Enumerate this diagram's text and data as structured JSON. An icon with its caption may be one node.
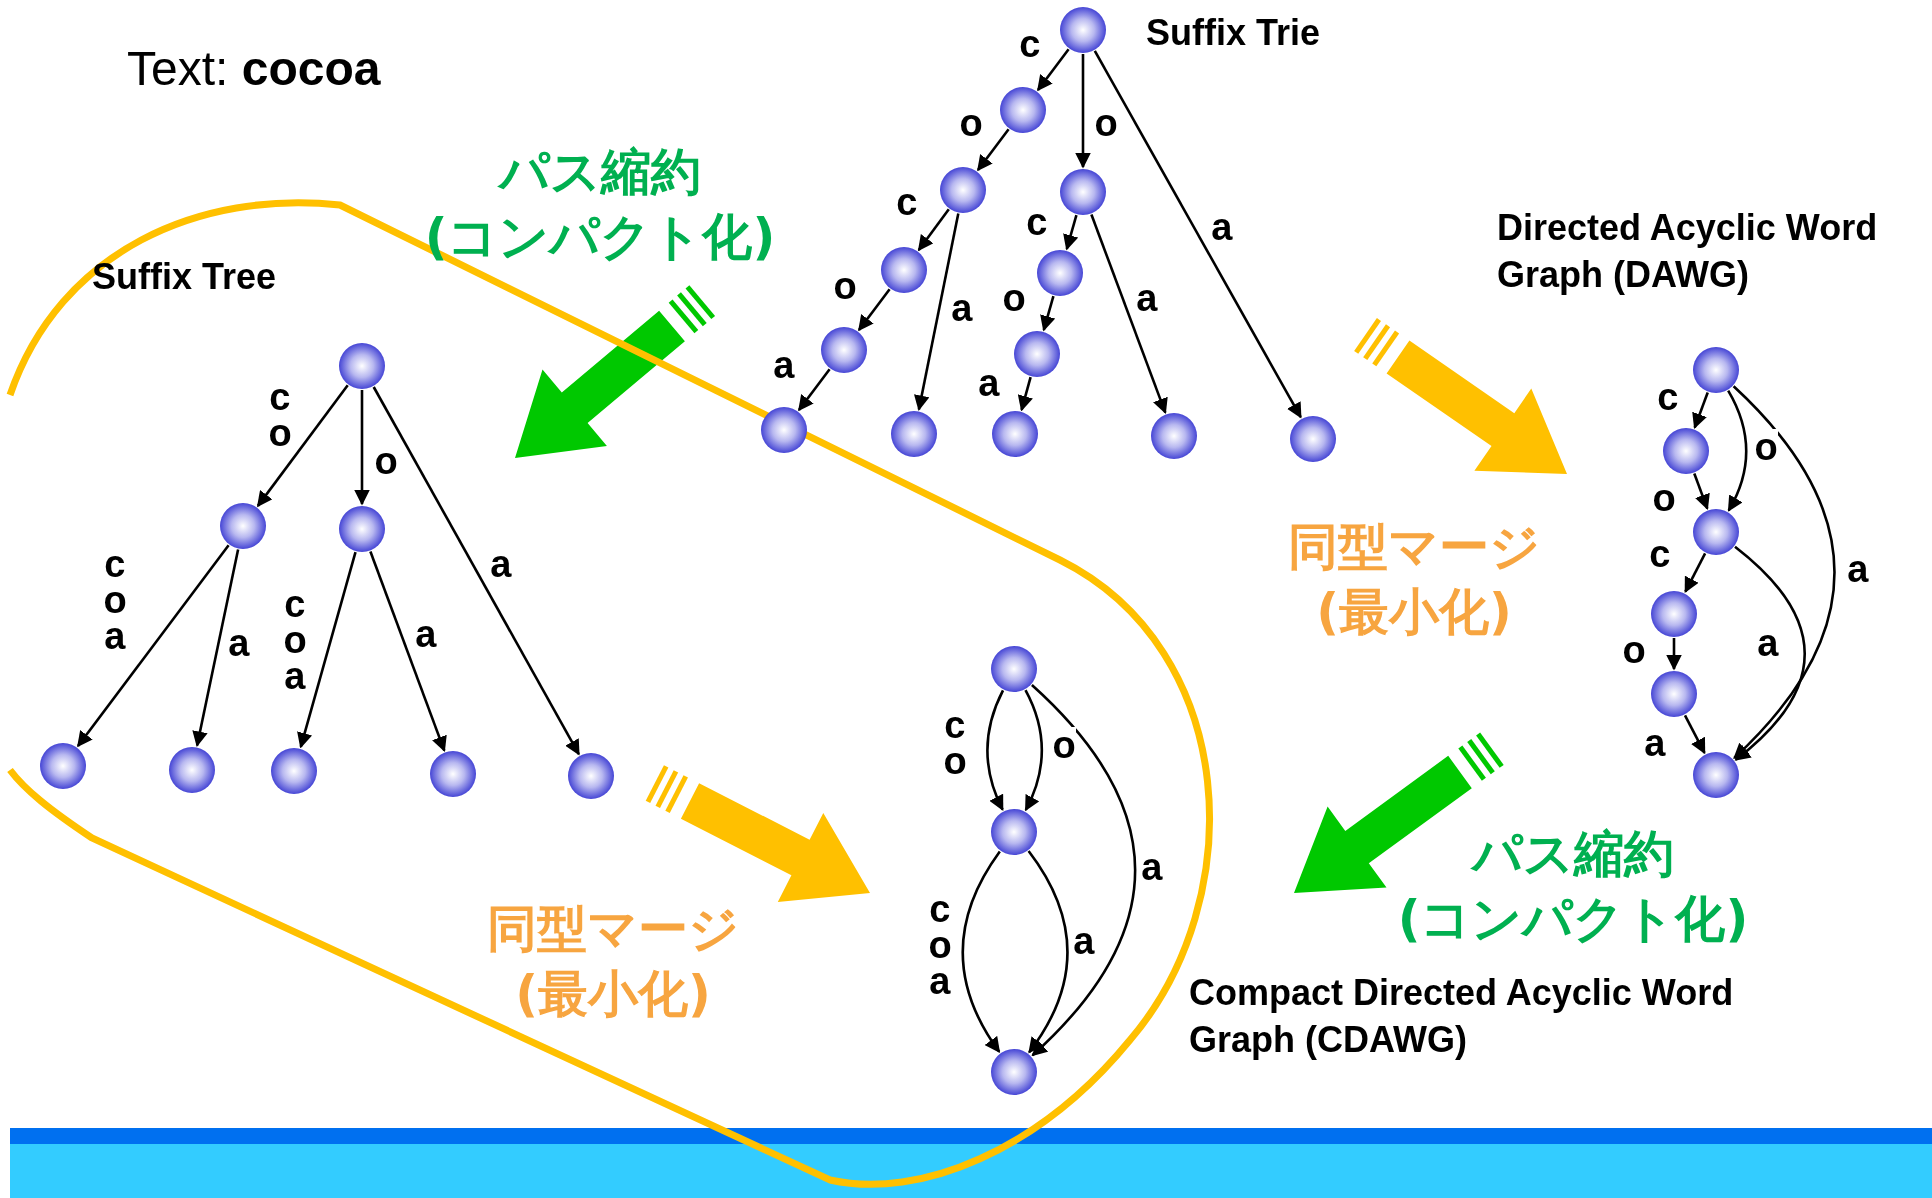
{
  "diagram": {
    "nodes": [
      {
        "text": [],
        "shape": "circle"
      },
      {
        "text": [],
        "shape": "circle"
      },
      {
        "text": [],
        "shape": "circle"
      },
      {
        "text": [],
        "shape": "circle"
      },
      {
        "text": [],
        "shape": "circle"
      },
      {
        "text": [],
        "shape": "circle"
      },
      {
        "text": [],
        "shape": "circle"
      },
      {
        "text": [],
        "shape": "circle"
      },
      {
        "text": [],
        "shape": "circle"
      },
      {
        "text": [],
        "shape": "circle"
      },
      {
        "text": [],
        "shape": "circle"
      },
      {
        "text": [],
        "shape": "circle"
      },
      {
        "text": [],
        "shape": "circle"
      },
      {
        "text": [],
        "shape": "circle"
      },
      {
        "text": [],
        "shape": "circle"
      },
      {
        "text": [],
        "shape": "circle"
      },
      {
        "text": [],
        "shape": "circle"
      },
      {
        "text": [],
        "shape": "circle"
      },
      {
        "text": [],
        "shape": "circle"
      },
      {
        "text": [],
        "shape": "circle"
      },
      {
        "text": [],
        "shape": "circle"
      },
      {
        "text": [],
        "shape": "circle"
      },
      {
        "text": [],
        "shape": "circle"
      },
      {
        "text": [],
        "shape": "circle"
      },
      {
        "text": [],
        "shape": "circle"
      },
      {
        "text": [],
        "shape": "circle"
      },
      {
        "text": [],
        "shape": "circle"
      },
      {
        "text": [],
        "shape": "circle"
      },
      {
        "text": [],
        "shape": "circle"
      },
      {
        "text": [],
        "shape": "circle"
      }
    ],
    "edges": [
      {
        "from": 0,
        "to": 1,
        "arrow": "to",
        "label": "c"
      },
      {
        "from": 1,
        "to": 2,
        "arrow": "to",
        "label": "o"
      },
      {
        "from": 2,
        "to": 3,
        "arrow": "to",
        "label": "c"
      },
      {
        "from": 3,
        "to": 4,
        "arrow": "to",
        "label": "o"
      },
      {
        "from": 4,
        "to": 5,
        "arrow": "to",
        "label": "a"
      },
      {
        "from": 2,
        "to": 6,
        "arrow": "to",
        "label": "a"
      },
      {
        "from": 0,
        "to": 7,
        "arrow": "to",
        "label": "o"
      },
      {
        "from": 7,
        "to": 8,
        "arrow": "to",
        "label": "c"
      },
      {
        "from": 8,
        "to": 9,
        "arrow": "to",
        "label": "o"
      },
      {
        "from": 9,
        "to": 10,
        "arrow": "to",
        "label": "a"
      },
      {
        "from": 7,
        "to": 11,
        "arrow": "to",
        "label": "a"
      },
      {
        "from": 0,
        "to": 12,
        "arrow": "to",
        "label": "a"
      },
      {
        "from": 13,
        "to": 14,
        "arrow": "to",
        "label": "co"
      },
      {
        "from": 13,
        "to": 15,
        "arrow": "to",
        "label": "o"
      },
      {
        "from": 13,
        "to": 20,
        "arrow": "to",
        "label": "a"
      },
      {
        "from": 14,
        "to": 16,
        "arrow": "to",
        "label": "coa"
      },
      {
        "from": 14,
        "to": 17,
        "arrow": "to",
        "label": "a"
      },
      {
        "from": 15,
        "to": 18,
        "arrow": "to",
        "label": "coa"
      },
      {
        "from": 15,
        "to": 19,
        "arrow": "to",
        "label": "a"
      },
      {
        "from": 21,
        "to": 22,
        "arrow": "to",
        "label": "c"
      },
      {
        "from": 22,
        "to": 23,
        "arrow": "to",
        "label": "o"
      },
      {
        "from": 21,
        "to": 23,
        "arrow": "to",
        "label": "o"
      },
      {
        "from": 23,
        "to": 24,
        "arrow": "to",
        "label": "c"
      },
      {
        "from": 24,
        "to": 25,
        "arrow": "to",
        "label": "o"
      },
      {
        "from": 25,
        "to": 26,
        "arrow": "to",
        "label": "a"
      },
      {
        "from": 23,
        "to": 26,
        "arrow": "to",
        "label": "a"
      },
      {
        "from": 21,
        "to": 26,
        "arrow": "to",
        "label": "a"
      },
      {
        "from": 27,
        "to": 28,
        "arrow": "to",
        "label": "co"
      },
      {
        "from": 27,
        "to": 28,
        "arrow": "to",
        "label": "o"
      },
      {
        "from": 27,
        "to": 29,
        "arrow": "to",
        "label": "a"
      },
      {
        "from": 28,
        "to": 29,
        "arrow": "to",
        "label": "coa"
      },
      {
        "from": 28,
        "to": 29,
        "arrow": "to",
        "label": "a"
      }
    ],
    "labels": [
      "Suffix Trie",
      "Text: **cocoa**",
      "パス縮約 (コンパクト化)",
      "Directed Acyclic Word Graph (DAWG)",
      "Suffix Tree",
      "同型マージ (最小化)",
      "パス縮約 (コンパクト化)",
      "同型マージ (最小化)",
      "Compact Directed Acyclic Word Graph (CDAWG)"
    ]
  }
}
